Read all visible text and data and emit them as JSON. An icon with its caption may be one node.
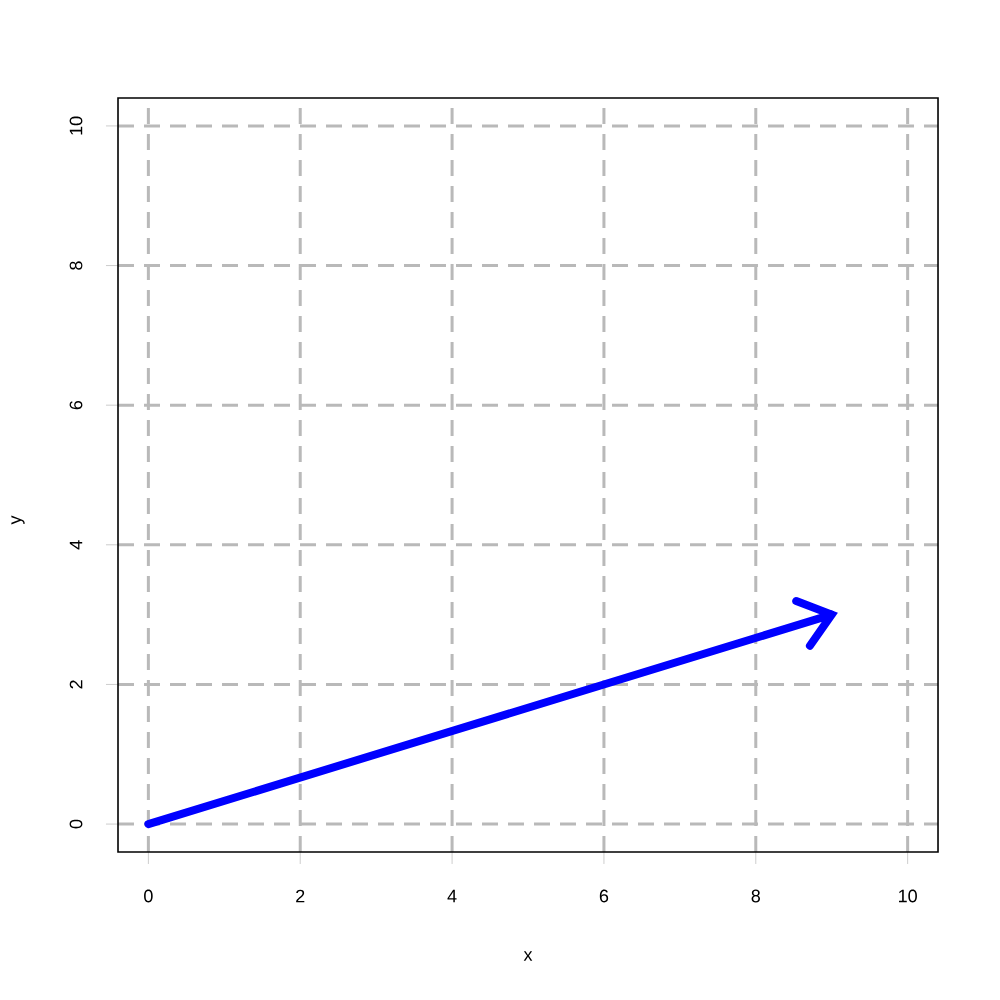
{
  "diagram": {
    "chart_data": {
      "type": "line",
      "xlabel": "x",
      "ylabel": "y",
      "xlim": [
        -0.4,
        10.4
      ],
      "ylim": [
        -0.4,
        10.4
      ],
      "xticks": [
        0,
        2,
        4,
        6,
        8,
        10
      ],
      "yticks": [
        0,
        2,
        4,
        6,
        8,
        10
      ],
      "grid": true,
      "x": [
        0,
        9
      ],
      "series": [
        {
          "color": "#0000ff",
          "values": [
            0,
            3
          ]
        }
      ]
    }
  }
}
